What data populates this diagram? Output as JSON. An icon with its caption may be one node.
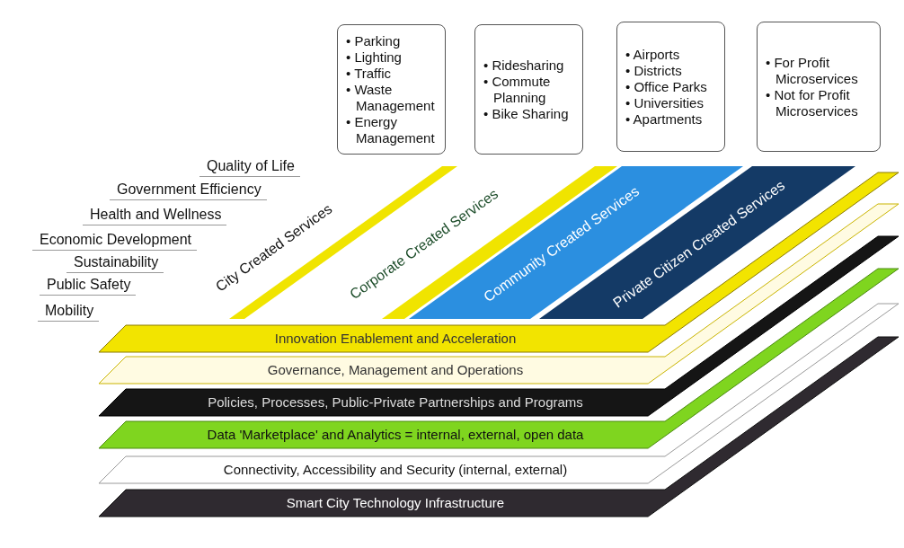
{
  "diagram": {
    "nodes": [
      {
        "text": [
          "• Parking",
          "• Lighting",
          "• Traffic",
          "• Waste Management",
          "• Energy Management"
        ]
      },
      {
        "text": [
          "• Ridesharing",
          "• Commute Planning",
          "• Bike Sharing"
        ]
      },
      {
        "text": [
          "• Airports",
          "• Districts",
          "• Office Parks",
          "• Universities",
          "• Apartments"
        ]
      },
      {
        "text": [
          "• For Profit Microservices",
          "• Not for Profit Microservices"
        ]
      },
      {
        "text": [
          "City Created Services"
        ]
      },
      {
        "text": [
          "Corporate Created Services"
        ]
      },
      {
        "text": [
          "Community Created Services"
        ]
      },
      {
        "text": [
          "Private Citizen Created Services"
        ]
      },
      {
        "text": [
          "Innovation Enablement and Acceleration"
        ]
      },
      {
        "text": [
          "Governance, Management and Operations"
        ]
      },
      {
        "text": [
          "Policies, Processes, Public-Private Partnerships and Programs"
        ]
      },
      {
        "text": [
          "Data 'Marketplace' and Analytics = internal, external, open data"
        ]
      },
      {
        "text": [
          "Connectivity, Accessibility and Security (internal, external)"
        ]
      },
      {
        "text": [
          "Smart City Technology Infrastructure"
        ]
      }
    ],
    "edges": [],
    "labels": [
      "Quality of Life",
      "Government Efficiency",
      "Health and Wellness",
      "Economic Development",
      "Sustainability",
      "Public Safety",
      "Mobility"
    ]
  }
}
